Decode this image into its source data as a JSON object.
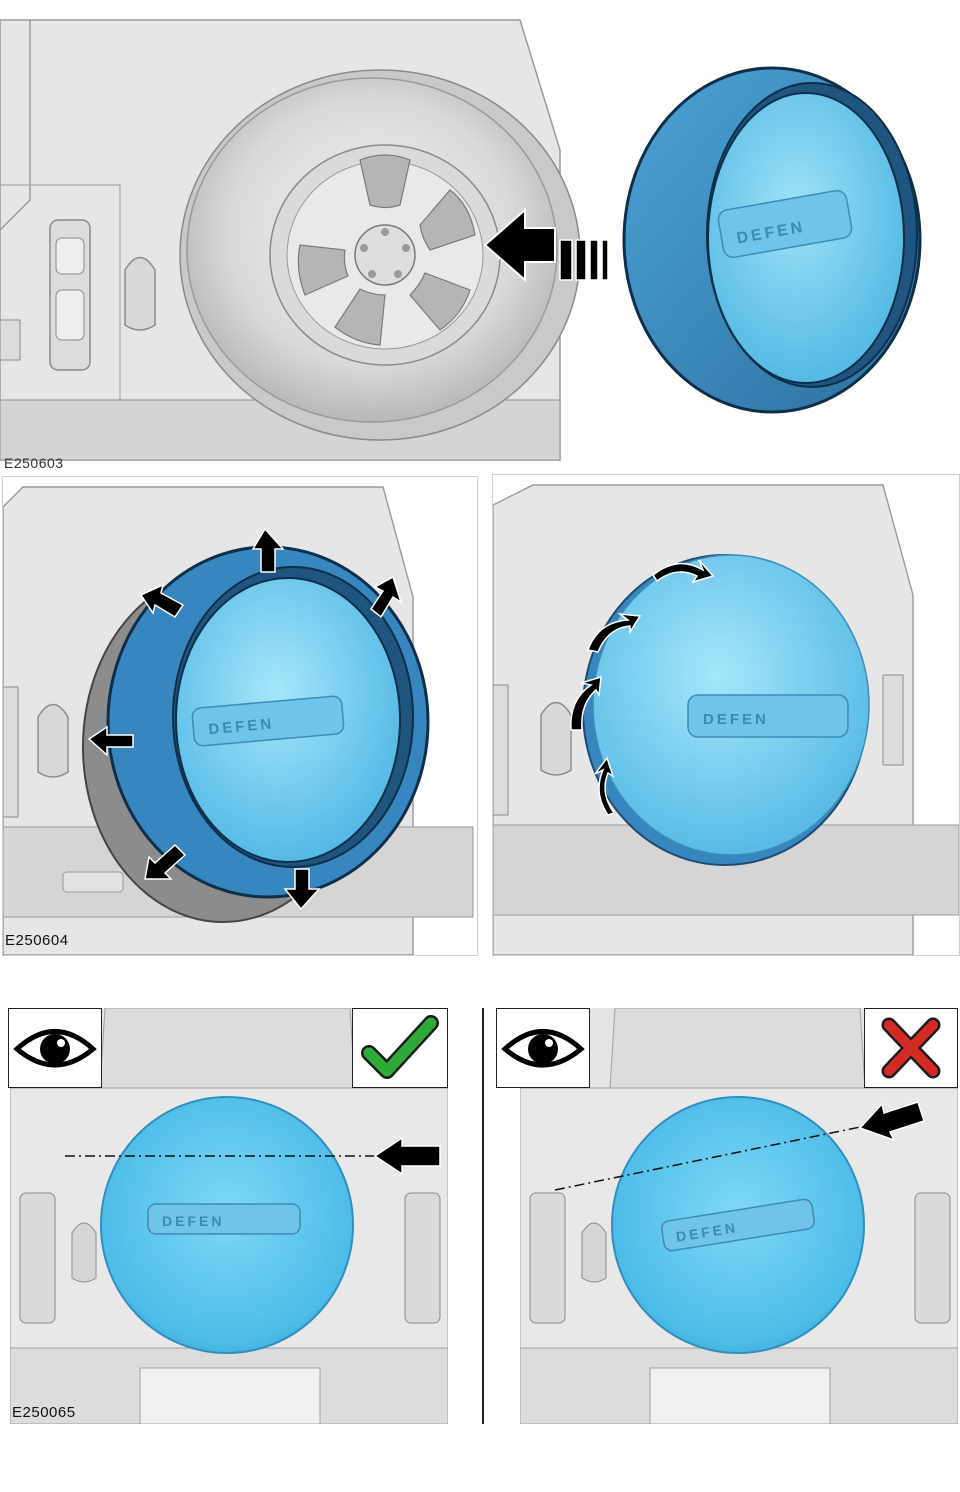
{
  "panels": {
    "step1": {
      "figure_code": "E250603"
    },
    "step2": {
      "figure_code": "E250604"
    },
    "step3": {
      "figure_code": ""
    },
    "check_correct": {
      "figure_code": "E250065"
    },
    "check_incorrect": {
      "figure_code": ""
    }
  },
  "cover": {
    "emblem_text": "DEFEN"
  },
  "colors": {
    "cover_blue": "#3b8bc4",
    "cover_light": "#5fc6ee",
    "cover_dark": "#245f8f",
    "body_gray": "#e3e3e3",
    "check_green": "#2eaa3a",
    "cross_red": "#d42a24"
  },
  "icons": {
    "view": "eye-icon",
    "correct": "checkmark-icon",
    "incorrect": "cross-icon",
    "direction": "arrow-icon"
  }
}
